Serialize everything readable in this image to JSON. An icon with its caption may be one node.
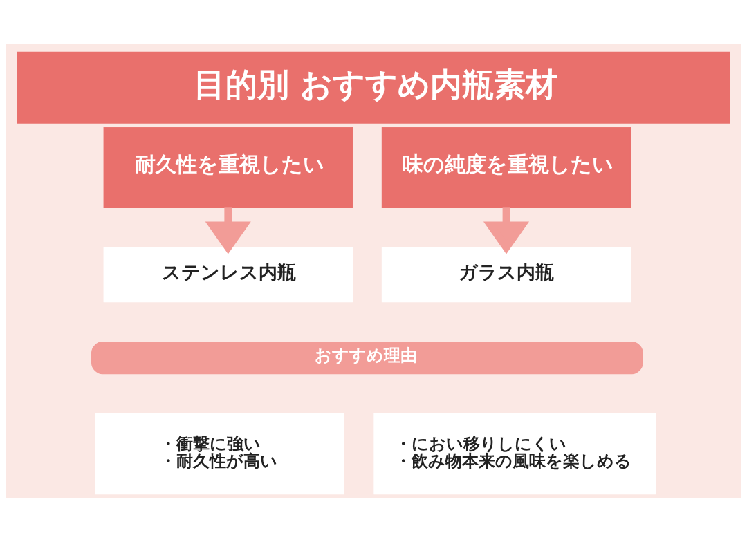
{
  "diagram": {
    "title": "目的別 おすすめ内瓶素材",
    "nodes": [
      {
        "text": [
          "耐久性を重視したい"
        ]
      },
      {
        "text": [
          "味の純度を重視したい"
        ]
      },
      {
        "text": [
          "ステンレス内瓶"
        ]
      },
      {
        "text": [
          "ガラス内瓶"
        ]
      },
      {
        "text": [
          "おすすめ理由"
        ]
      },
      {
        "text": [
          "・衝撃に強い",
          "・耐久性が高い"
        ]
      },
      {
        "text": [
          "・におい移りしにくい",
          "・飲み物本来の風味を楽しめる"
        ]
      }
    ],
    "edges": [
      {
        "from": 0,
        "to": 2,
        "arrow": "to"
      },
      {
        "from": 1,
        "to": 3,
        "arrow": "to"
      }
    ]
  }
}
